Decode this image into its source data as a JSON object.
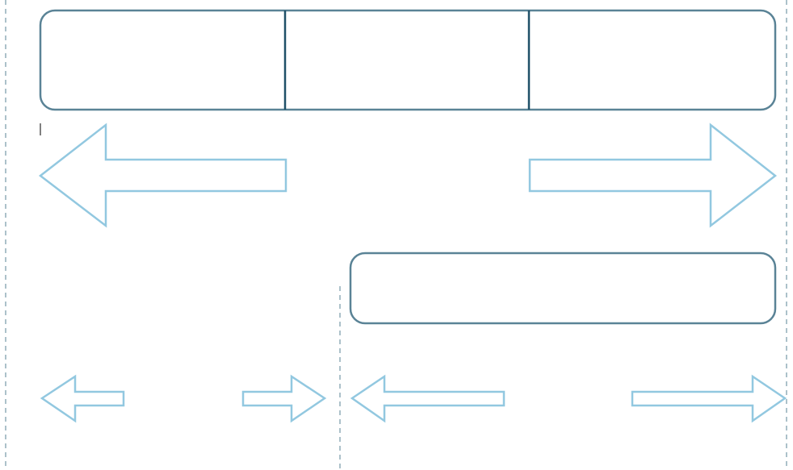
{
  "diagram": {
    "colors": {
      "box_stroke": "#5a8396",
      "divider_stroke": "#1f5068",
      "arrow_stroke": "#92c8e0",
      "guide_stroke": "#5a8396"
    },
    "boxes": [
      {
        "name": "top-segmented-box",
        "segments": 3
      },
      {
        "name": "lower-right-box",
        "segments": 1
      }
    ],
    "arrows": [
      {
        "name": "arrow-left-large",
        "direction": "left"
      },
      {
        "name": "arrow-right-large",
        "direction": "right"
      },
      {
        "name": "arrow-left-small-1",
        "direction": "left"
      },
      {
        "name": "arrow-right-small-1",
        "direction": "right"
      },
      {
        "name": "arrow-left-small-2",
        "direction": "left"
      },
      {
        "name": "arrow-right-small-2",
        "direction": "right"
      }
    ],
    "guides": [
      {
        "name": "guide-line-left",
        "style": "dashed"
      },
      {
        "name": "guide-line-middle",
        "style": "dashed"
      },
      {
        "name": "guide-line-right",
        "style": "dashed"
      }
    ]
  }
}
